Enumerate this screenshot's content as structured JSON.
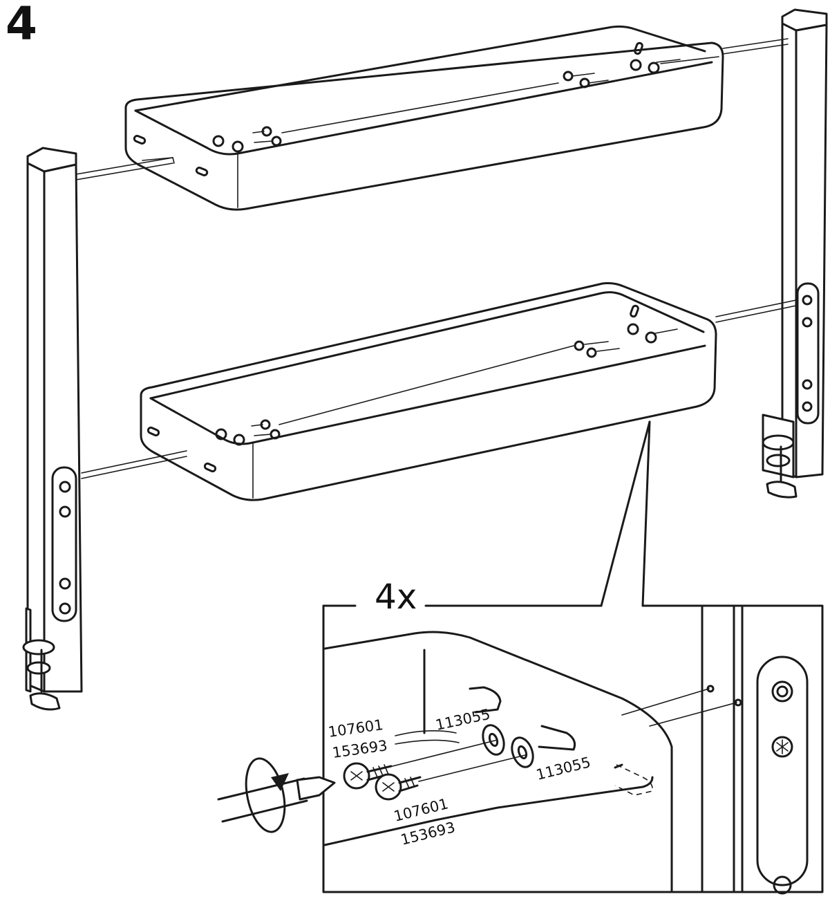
{
  "step": {
    "number": "4"
  },
  "detail": {
    "quantity": "4x",
    "parts": {
      "screw_label_upper": [
        "107601",
        "153693"
      ],
      "washer_label_upper": "113055",
      "washer_label_lower": "113055",
      "screw_label_lower": [
        "107601",
        "153693"
      ]
    }
  }
}
